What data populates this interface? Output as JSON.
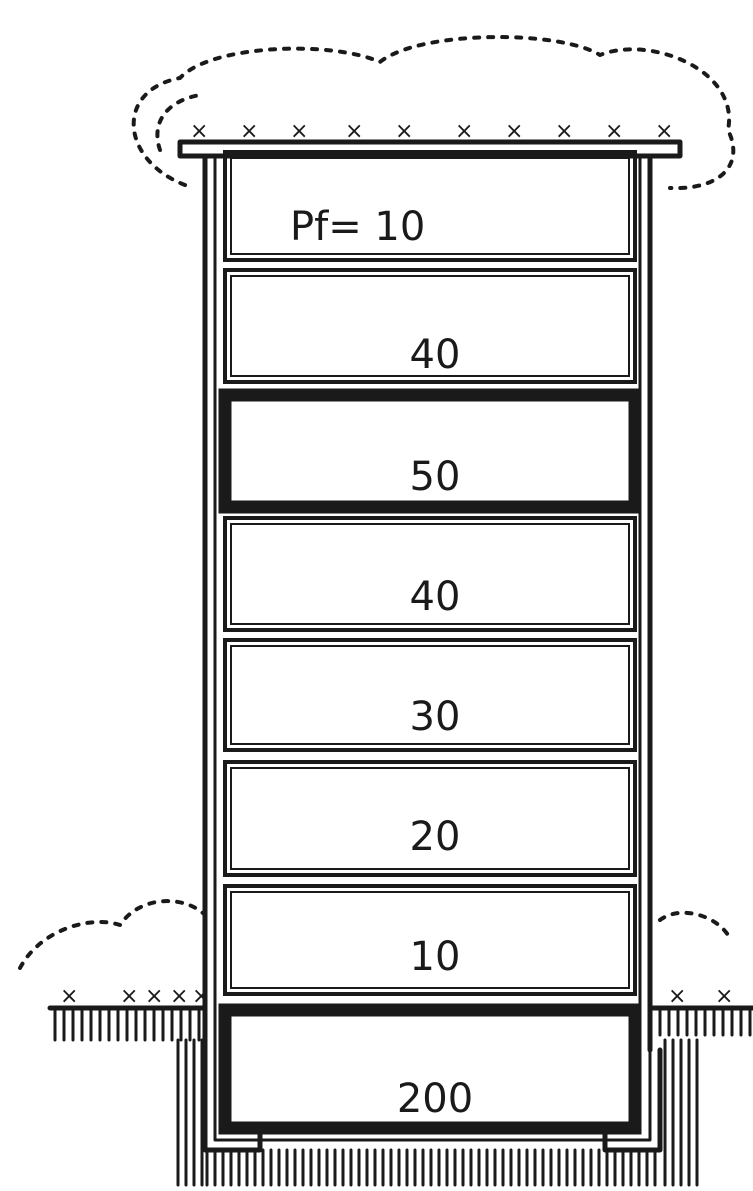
{
  "floors": [
    {
      "label": "Pf= 10",
      "emphasis": false
    },
    {
      "label": "40",
      "emphasis": false
    },
    {
      "label": "50",
      "emphasis": true
    },
    {
      "label": "40",
      "emphasis": false
    },
    {
      "label": "30",
      "emphasis": false
    },
    {
      "label": "20",
      "emphasis": false
    },
    {
      "label": "10",
      "emphasis": false
    },
    {
      "label": "200",
      "emphasis": true
    }
  ],
  "colors": {
    "ink": "#1a1a1a",
    "paper": "#ffffff"
  }
}
